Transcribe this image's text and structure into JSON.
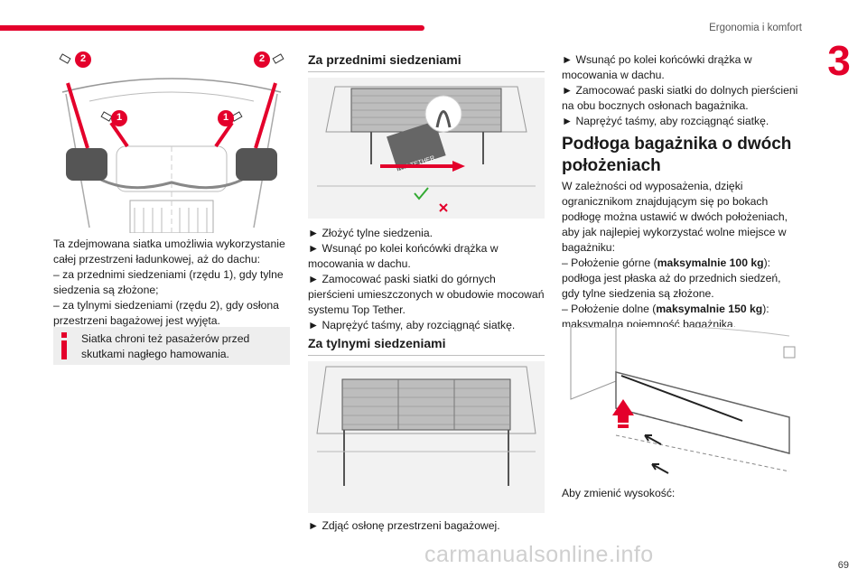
{
  "header": {
    "section_title": "Ergonomia i komfort",
    "chapter_number": "3",
    "page_number": "69"
  },
  "col1": {
    "figure_labels": [
      "2",
      "2",
      "1",
      "1"
    ],
    "paragraph": [
      "Ta zdejmowana siatka umożliwia wykorzystanie",
      "całej przestrzeni ładunkowej, aż do dachu:",
      "–  za przednimi siedzeniami (rzędu 1), gdy tylne",
      "siedzenia są złożone;",
      "–  za tylnymi siedzeniami (rzędu 2), gdy osłona",
      "przestrzeni bagażowej jest wyjęta."
    ],
    "info_lines": [
      "Siatka chroni też pasażerów przed",
      "skutkami nagłego hamowania."
    ]
  },
  "col2": {
    "heading1": "Za przednimi siedzeniami",
    "figure1_label": "TOP TETHER",
    "steps1": [
      "►  Złożyć tylne siedzenia.",
      "►  Wsunąć po kolei końcówki drążka w",
      "mocowania w dachu.",
      "►  Zamocować paski siatki do górnych",
      "pierścieni umieszczonych w obudowie mocowań",
      "systemu Top Tether.",
      "►  Naprężyć taśmy, aby rozciągnąć siatkę."
    ],
    "heading2": "Za tylnymi siedzeniami",
    "steps2": [
      "►  Zdjąć osłonę przestrzeni bagażowej."
    ]
  },
  "col3": {
    "steps_top": [
      "►  Wsunąć po kolei końcówki drążka w",
      "mocowania w dachu.",
      "►  Zamocować paski siatki do dolnych pierścieni",
      "na obu bocznych osłonach bagażnika.",
      "►  Naprężyć taśmy, aby rozciągnąć siatkę."
    ],
    "heading_line1": "Podłoga bagażnika o dwóch",
    "heading_line2": "położeniach",
    "paragraph": [
      "W zależności od wyposażenia, dzięki",
      "ogranicznikom znajdującym się po bokach",
      "podłogę można ustawić w dwóch położeniach,",
      "aby jak najlepiej wykorzystać wolne miejsce w",
      "bagażniku:"
    ],
    "upper_prefix": "–  Położenie górne (",
    "upper_bold": "maksymalnie 100 kg",
    "upper_suffix": "):",
    "upper_lines": [
      "podłoga jest płaska aż do przednich siedzeń,",
      "gdy tylne siedzenia są złożone."
    ],
    "lower_prefix": "–  Położenie dolne (",
    "lower_bold": "maksymalnie 150 kg",
    "lower_suffix": "):",
    "lower_lines": [
      "maksymalna pojemność bagażnika."
    ],
    "change_height": "Aby zmienić wysokość:"
  },
  "footer": {
    "watermark": "carmanualsonline.info"
  },
  "colors": {
    "accent": "#e4002b",
    "info_icon": "#e4002b",
    "info_bg": "#eeeeee"
  }
}
